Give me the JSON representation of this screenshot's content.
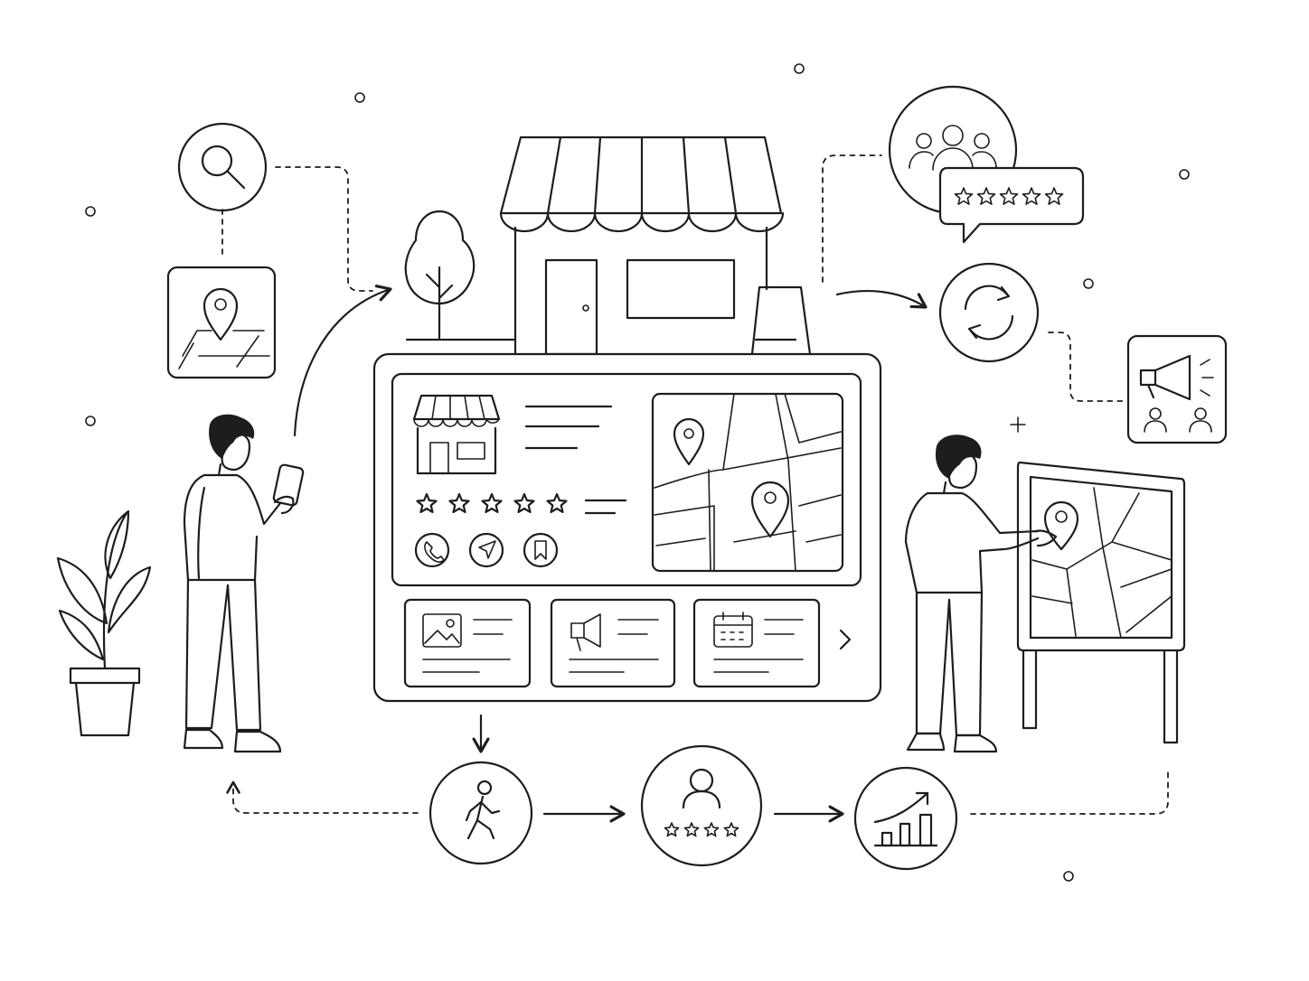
{
  "colors": {
    "line": "#1d1d1d",
    "background": "#ffffff"
  },
  "icons": [
    "search-icon",
    "map-pin-icon",
    "storefront-icon",
    "tree-icon",
    "a-frame-sign-icon",
    "star-rating-icon",
    "phone-icon",
    "navigation-icon",
    "bookmark-icon",
    "map-icon",
    "image-icon",
    "megaphone-icon",
    "calendar-icon",
    "chevron-right-icon",
    "walking-person-icon",
    "user-rating-icon",
    "growth-chart-icon",
    "community-icon",
    "review-bubble-icon",
    "refresh-icon",
    "plant-icon"
  ],
  "listing_card": {
    "rating_stars": 5,
    "actions": [
      "phone-icon",
      "navigation-icon",
      "bookmark-icon"
    ]
  },
  "review_bubble": {
    "rating_stars": 5
  },
  "profile_rating": {
    "rating_stars": 4
  },
  "flow_steps": [
    "walking-person-icon",
    "user-rating-icon",
    "growth-chart-icon"
  ]
}
